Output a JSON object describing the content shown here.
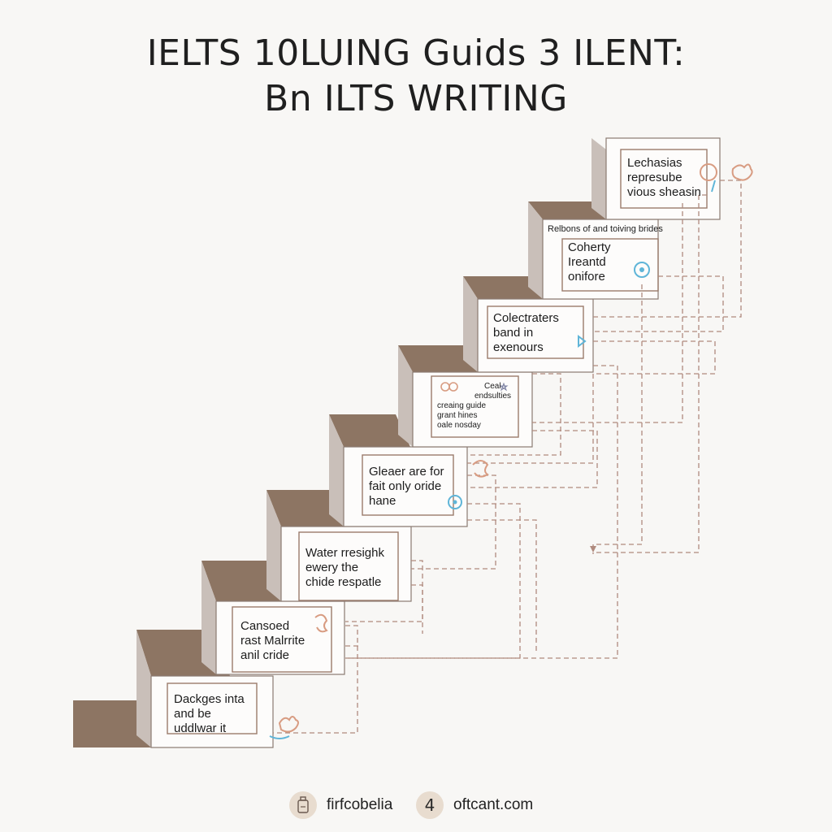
{
  "title": {
    "line1": "IELTS 10LUING Guids 3 ILENT:",
    "line2": "Bn ILTS WRITING"
  },
  "steps": [
    {
      "lines": [
        "Dackges inta",
        "and be",
        "uddlwar it"
      ]
    },
    {
      "lines": [
        "Cansoed",
        "rast Malrrite",
        "anil cride"
      ]
    },
    {
      "lines": [
        "Water rresighk",
        "ewery the",
        "chide respatle"
      ]
    },
    {
      "lines": [
        "Gleaer are for",
        "fait only oride",
        "hane"
      ]
    },
    {
      "lines": [
        "Ceal",
        "endsulties",
        "creaing guide",
        "grant hines",
        "oale nosday"
      ]
    },
    {
      "lines": [
        "Colectraters",
        "band in",
        "exenours"
      ]
    },
    {
      "caption": "Relbons of and toiving brides",
      "lines": [
        "Coherty",
        "Ireantd",
        "onifore"
      ]
    },
    {
      "lines": [
        "Lechasias",
        "represube",
        "vious sheasin"
      ]
    }
  ],
  "footer": {
    "left_icon": "bottle-icon",
    "left_text": "firfcobelia",
    "right_badge": "4",
    "right_text": "oftcant.com"
  },
  "colors": {
    "step_top": "#8d7563",
    "step_side": "#c9bfb9",
    "step_front": "#fdfcfb",
    "box_border": "#9a7b6c",
    "dashed_line": "#b08a7e",
    "accent_blue": "#5fb5d8",
    "accent_peach": "#d89c82"
  }
}
